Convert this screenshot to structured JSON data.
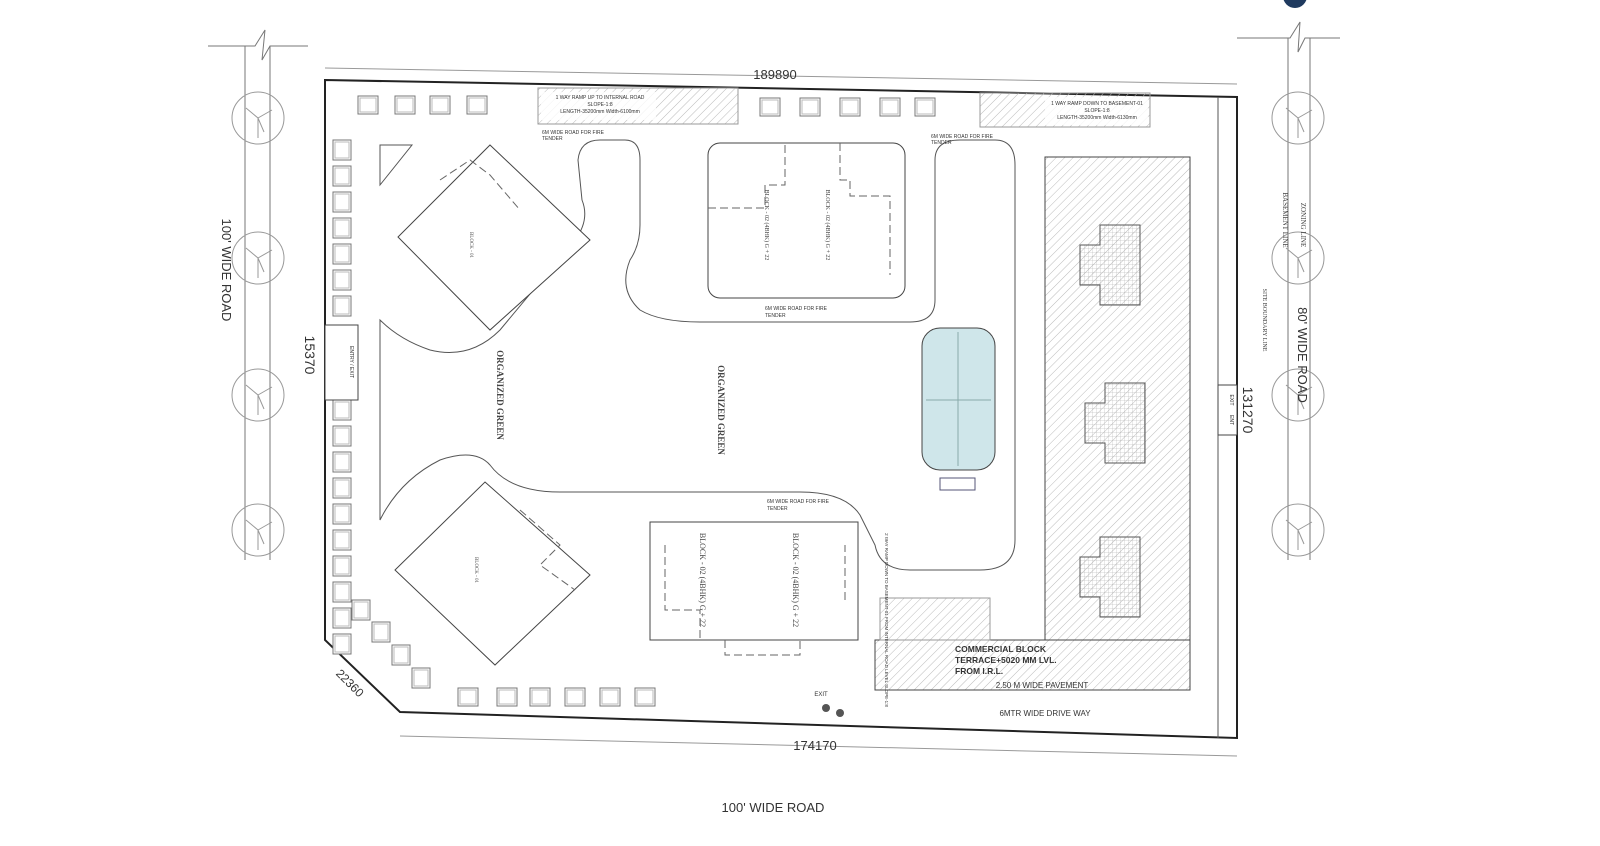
{
  "dimensions": {
    "top": "189890",
    "bottom": "174170",
    "left": "15370",
    "left_chamfer": "22360",
    "right": "131270"
  },
  "roads": {
    "left": "100' WIDE ROAD",
    "right": "80' WIDE ROAD",
    "bottom": "100' WIDE ROAD"
  },
  "right_lines": {
    "zoning": "ZONING LINE",
    "basement": "BASEMENT LINE",
    "site_boundary": "SITE BOUNDARY LINE"
  },
  "ramps": {
    "top_left_1": "1 WAY RAMP UP TO INTERNAL ROAD",
    "top_left_2": "SLOPE-1:8",
    "top_left_3": "LENGTH-35200mm Width-6100mm",
    "top_right_1": "1 WAY RAMP DOWN TO BASEMENT-01",
    "top_right_2": "SLOPE-1:8",
    "top_right_3": "LENGTH-35200mm Width-6130mm",
    "bottom": "2 WAY RAMP DOWN TO BASEMENT-01 FROM INTERNAL ROAD LEVEL SLOPE-1:8"
  },
  "fire_road_line1": "6M WIDE ROAD FOR FIRE",
  "fire_road_line2": "TENDER",
  "greens": [
    "ORGANIZED GREEN",
    "ORGANIZED GREEN"
  ],
  "blocks": {
    "top_block_a": "BLOCK - 02 (4BHK) G + 22",
    "top_block_b": "BLOCK - 02 (4BHK) G + 22",
    "bottom_block_a": "BLOCK - 02 (4BHK) G + 22",
    "bottom_block_b": "BLOCK - 02 (4BHK) G + 22",
    "diamond_top": "BLOCK - 01",
    "diamond_bottom": "BLOCK - 01"
  },
  "commercial": {
    "line1": "COMMERCIAL BLOCK",
    "line2": "TERRACE+5020 MM LVL.",
    "line3": "FROM I.R.L."
  },
  "pavement": "2.50 M WIDE PAVEMENT",
  "driveway": "6MTR WIDE DRIVE WAY",
  "entry_exit": "ENTRY / EXIT",
  "exit": "EXIT",
  "entry": "ENT",
  "colors": {
    "line": "#333333",
    "pool": "#cfe6ea",
    "hatch": "#d8d8d8",
    "badge": "#1f3a5f"
  }
}
